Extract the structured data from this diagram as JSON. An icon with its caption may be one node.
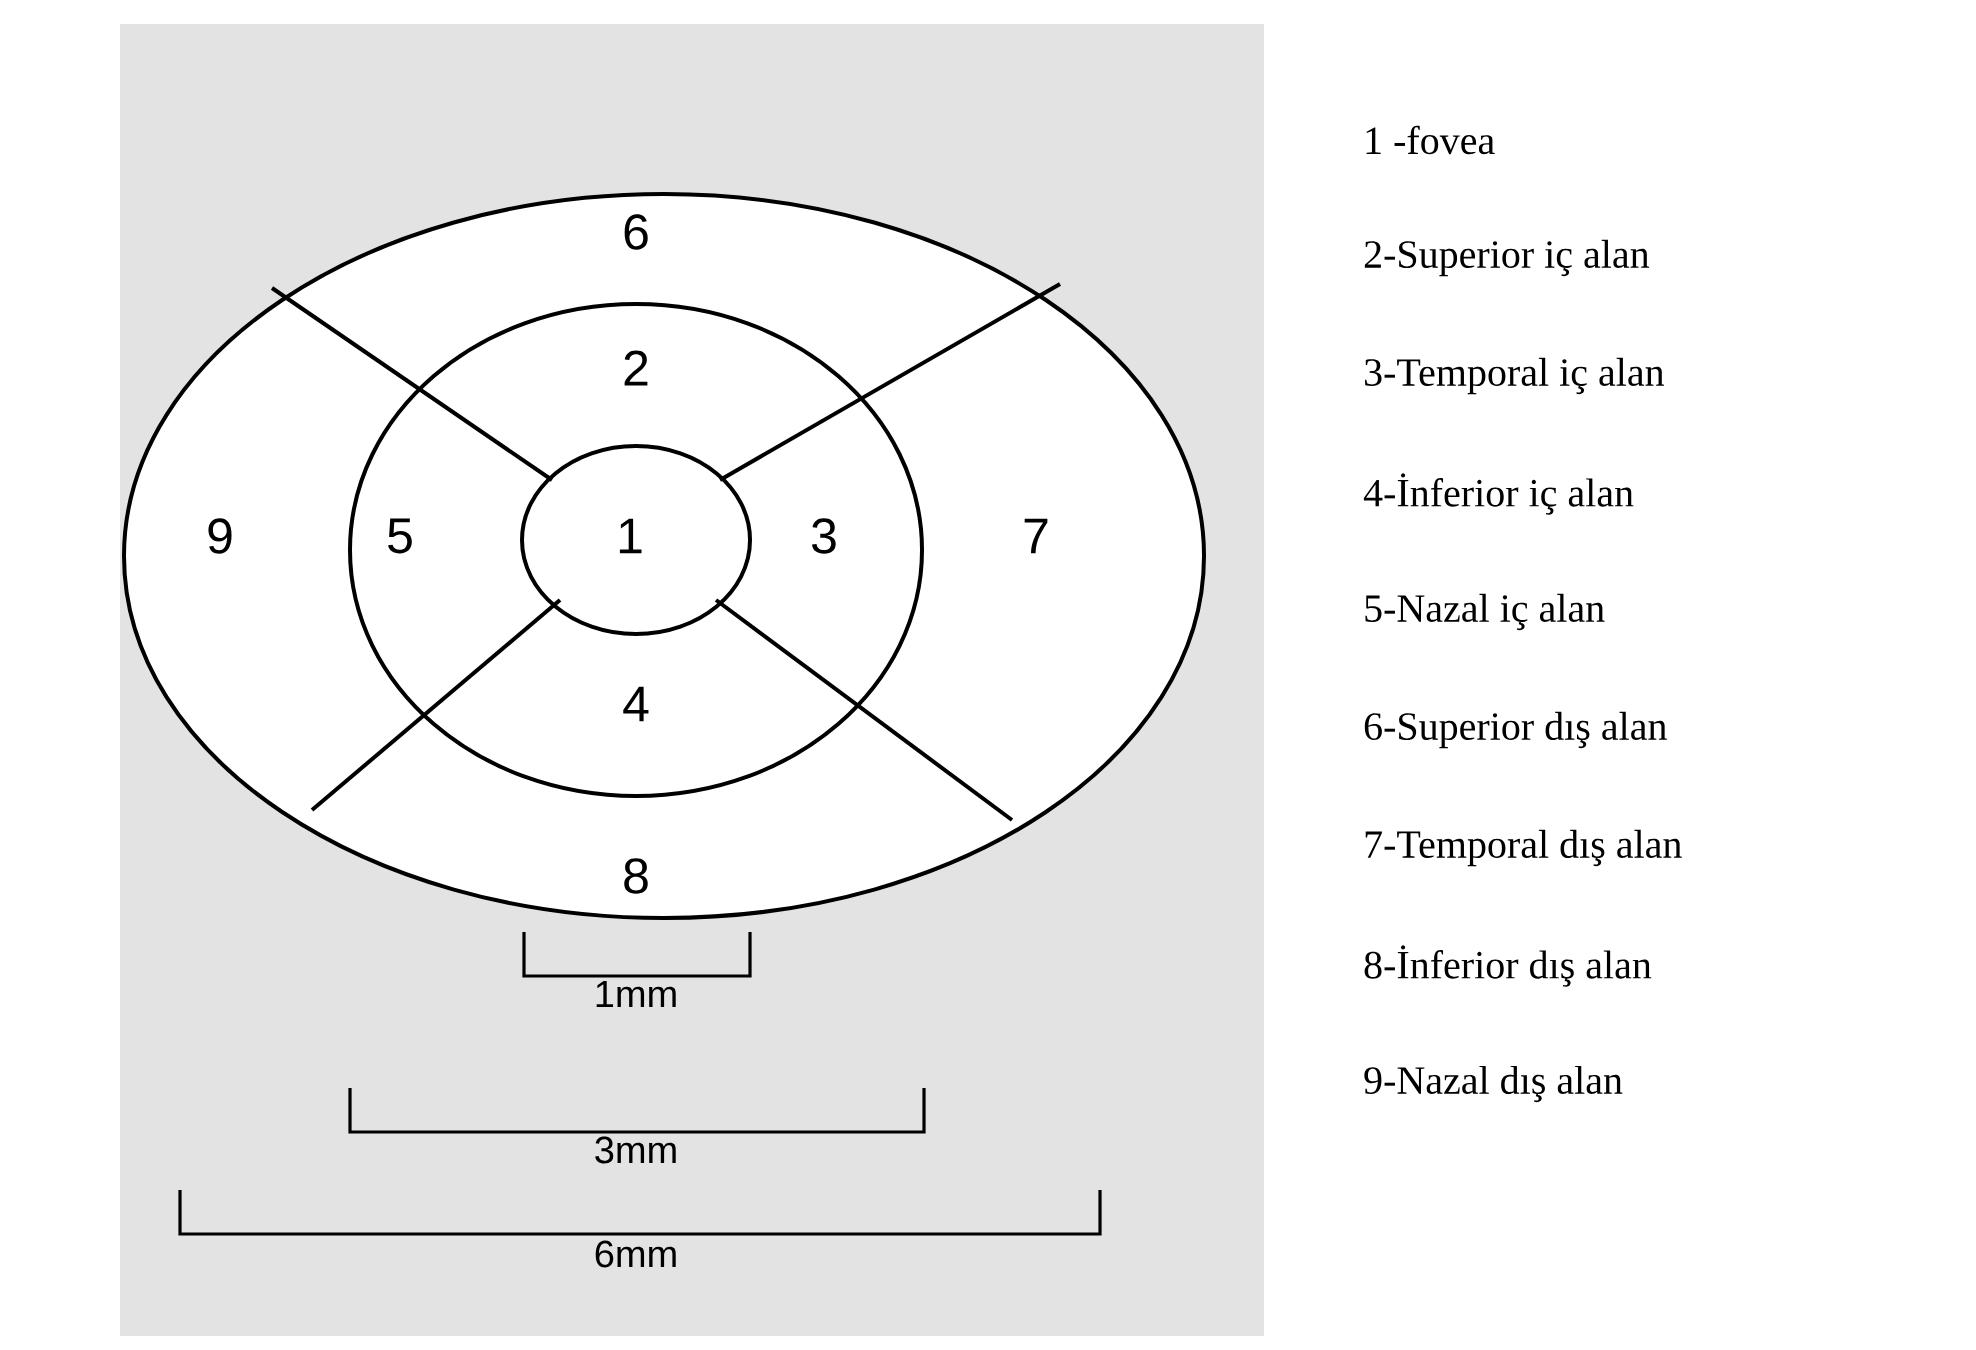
{
  "diagram": {
    "labels": [
      "6",
      "2",
      "9",
      "5",
      "1",
      "3",
      "7",
      "4",
      "8",
      "1mm",
      "3mm",
      "6mm",
      "1 -fovea",
      "2-Superior iç alan",
      "3-Temporal iç alan",
      "4-İnferior iç alan",
      "5-Nazal iç alan",
      "6-Superior dış alan",
      "7-Temporal dış alan",
      "8-İnferior dış alan",
      "9-Nazal dış alan"
    ]
  }
}
